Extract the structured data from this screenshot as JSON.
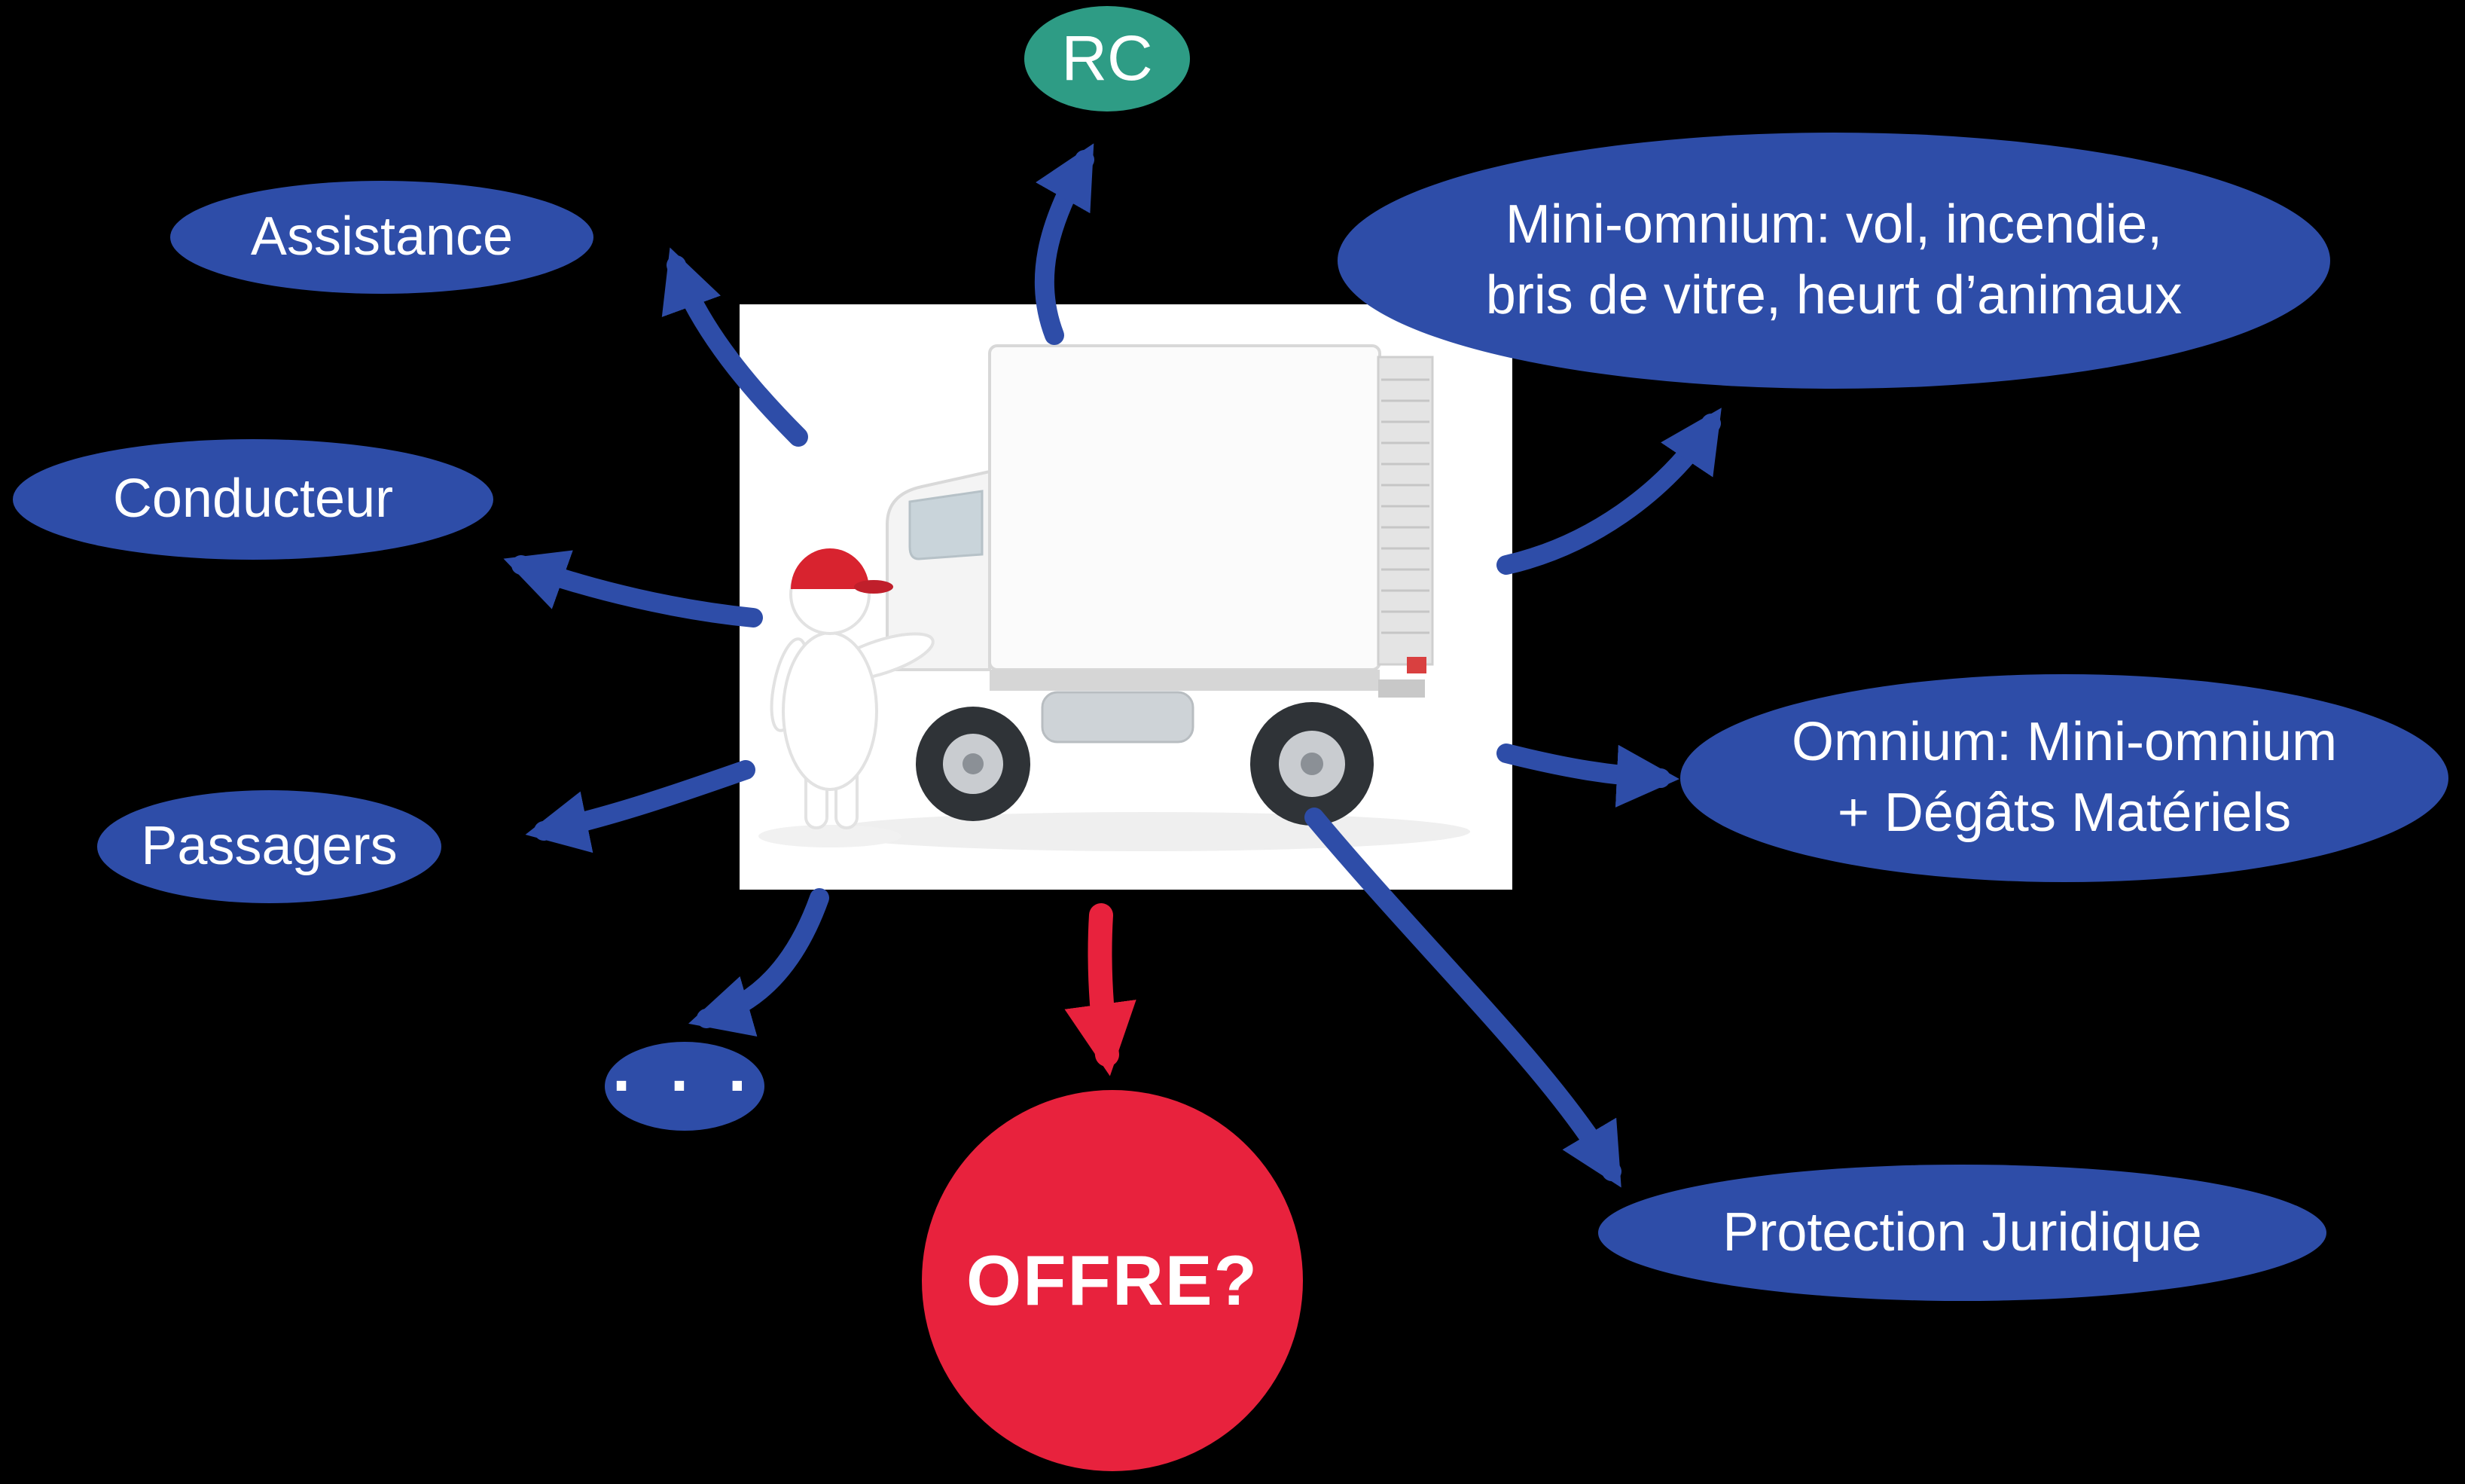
{
  "colors": {
    "background": "#000000",
    "node_blue": "#2e4da8",
    "node_teal": "#2e9c85",
    "node_red": "#e8223d",
    "arrow_blue": "#2e4da8",
    "arrow_red": "#e8223d",
    "text": "#ffffff"
  },
  "images": {
    "truck": "box-truck-with-delivery-worker"
  },
  "nodes": {
    "rc": {
      "label": "RC"
    },
    "assistance": {
      "label": "Assistance"
    },
    "mini_omnium": {
      "line1": "Mini-omnium: vol, incendie,",
      "line2": "bris de vitre, heurt d’animaux"
    },
    "conducteur": {
      "label": "Conducteur"
    },
    "omnium": {
      "line1": "Omnium: Mini-omnium",
      "line2": "+ Dégâts Matériels"
    },
    "passagers": {
      "label": "Passagers"
    },
    "ellipsis": {
      "label": ". . ."
    },
    "protection_juridique": {
      "label": "Protection Juridique"
    },
    "offre": {
      "label": "OFFRE?"
    }
  }
}
